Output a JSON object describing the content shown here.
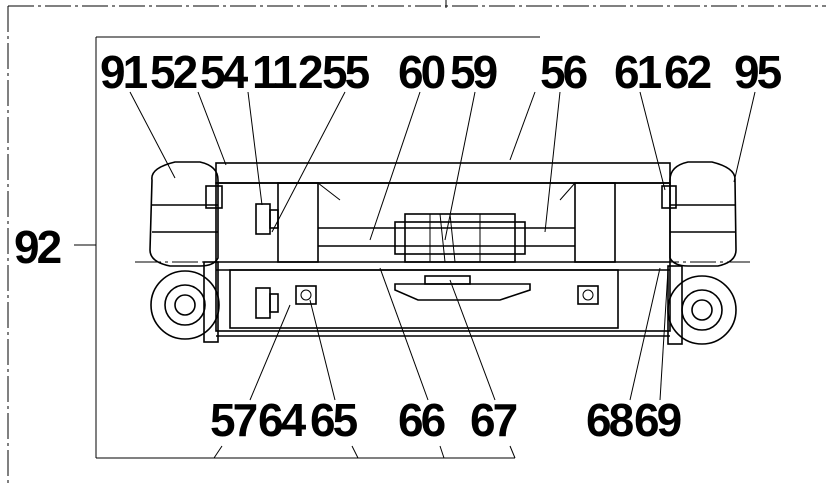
{
  "labels": {
    "top": [
      "91",
      "52",
      "54",
      "1",
      "1",
      "2",
      "55",
      "60",
      "59",
      "56",
      "61",
      "62",
      "95"
    ],
    "left": "92",
    "bottom": [
      "57",
      "64",
      "65",
      "66",
      "67",
      "68",
      "69"
    ]
  }
}
